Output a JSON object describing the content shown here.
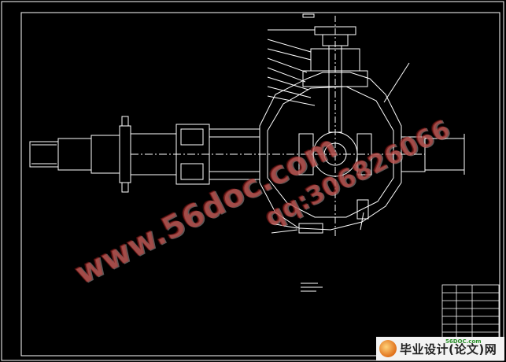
{
  "watermark": {
    "main_text": "www.56doc.com",
    "qq_text": "qq:306826066"
  },
  "logo": {
    "site": "56DOC.com",
    "title": "毕业设计(论文)网"
  },
  "colors": {
    "background": "#000000",
    "line": "#ffffff",
    "watermark": "#be3c37"
  }
}
